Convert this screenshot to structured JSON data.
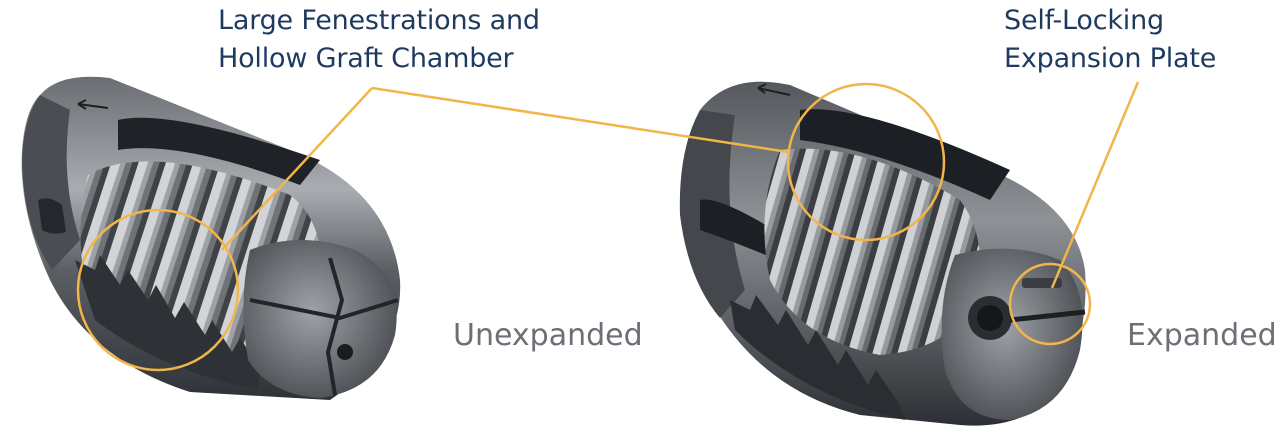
{
  "callouts": {
    "fenestrations": {
      "line1": "Large Fenestrations and",
      "line2": "Hollow Graft Chamber"
    },
    "locking_plate": {
      "line1": "Self-Locking",
      "line2": "Expansion Plate"
    }
  },
  "captions": {
    "left": "Unexpanded",
    "right": "Expanded"
  },
  "colors": {
    "callout_text": "#1f3a5f",
    "caption_text": "#6b6f76",
    "highlight": "#f2b54a",
    "metal_dark": "#3a3d42",
    "metal_light": "#b9bcc1"
  }
}
